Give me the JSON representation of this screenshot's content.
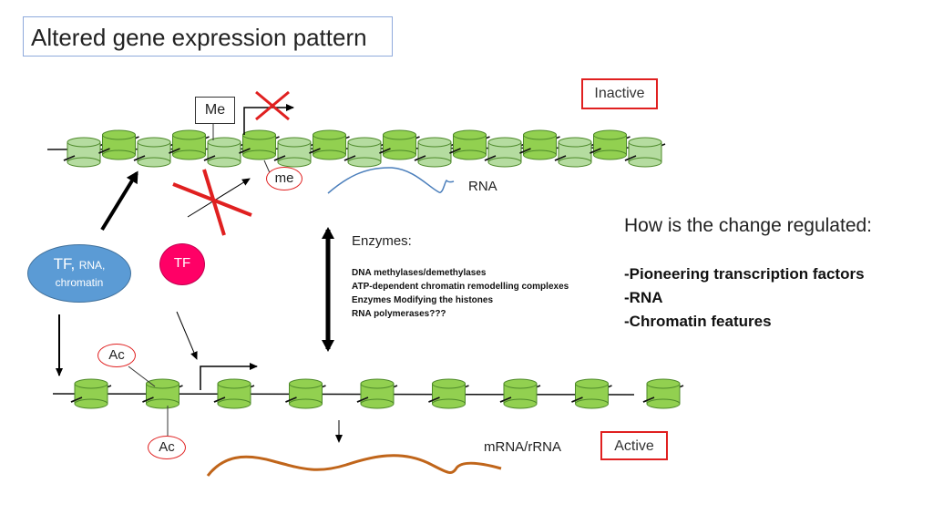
{
  "title": "Altered gene expression pattern",
  "inactive_label": "Inactive",
  "active_label": "Active",
  "me_box": "Me",
  "me_oval": "me",
  "rna_label": "RNA",
  "mrna_label": "mRNA/rRNA",
  "ac_top": "Ac",
  "ac_bottom": "Ac",
  "tf_main": "TF,",
  "tf_rna": "RNA,",
  "tf_chromatin": "chromatin",
  "tf_pink": "TF",
  "enzymes": {
    "heading": "Enzymes:",
    "items": [
      "DNA methylases/demethylases",
      "ATP-dependent chromatin remodelling complexes",
      "Enzymes Modifying  the histones",
      "RNA polymerases???"
    ]
  },
  "question": {
    "heading": "How is the change regulated:",
    "items": [
      "-Pioneering transcription factors",
      "-RNA",
      "-Chromatin features"
    ]
  },
  "colors": {
    "nucleosome_fill": "#92d050",
    "nucleosome_pale": "#b5dca0",
    "nucleosome_stroke": "#4e8a2a",
    "red": "#e02020",
    "blue_tf": "#5b9bd5",
    "pink_tf": "#ff0066",
    "rna_blue": "#4a7ebb",
    "mrna_orange": "#c0651a"
  }
}
